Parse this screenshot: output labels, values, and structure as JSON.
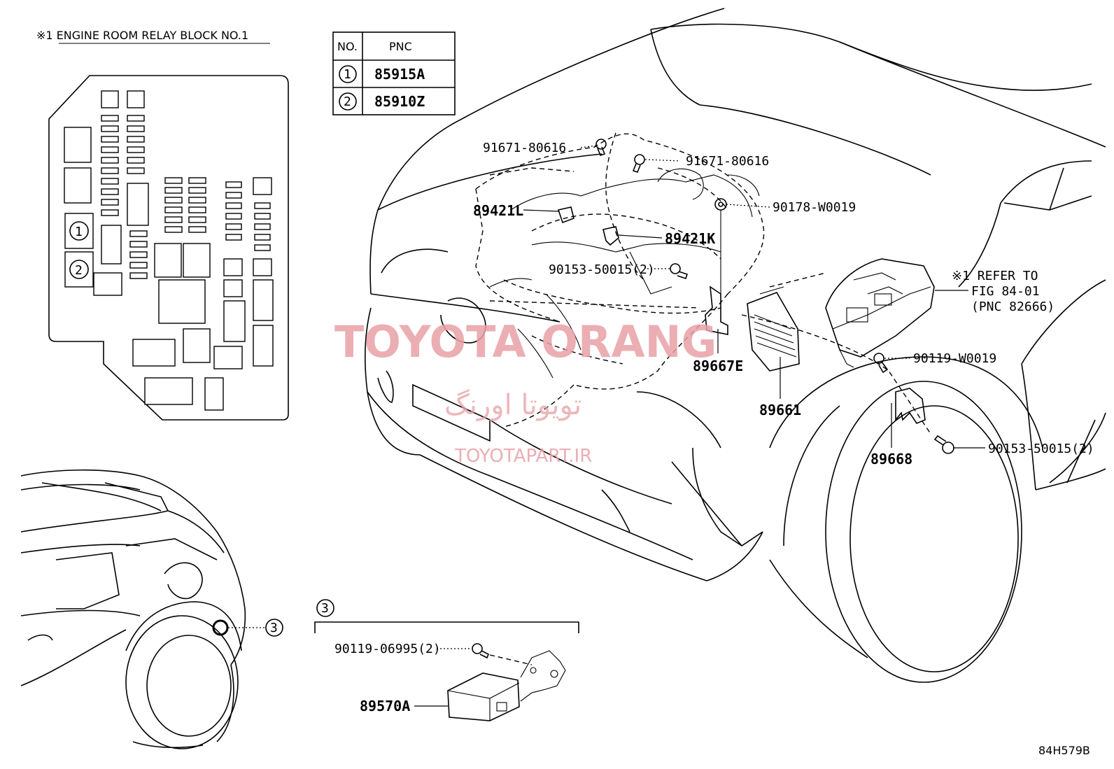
{
  "relay_block": {
    "title": "※1 ENGINE ROOM RELAY BLOCK NO.1",
    "marker_1": "1",
    "marker_2": "2"
  },
  "pnc_table": {
    "headers": [
      "NO.",
      "PNC"
    ],
    "rows": [
      {
        "no": "1",
        "pnc": "85915A"
      },
      {
        "no": "2",
        "pnc": "85910Z"
      }
    ]
  },
  "callouts": {
    "bolt_91671_a": "91671-80616",
    "bolt_91671_b": "91671-80616",
    "sensor_89421L": "89421L",
    "nut_90178": "90178-W0019",
    "sensor_89421K": "89421K",
    "bolt_90153_a": "90153-50015(2)",
    "refer_line1": "※1 REFER TO",
    "refer_line2": "FIG 84-01",
    "refer_line3": "(PNC 82666)",
    "bolt_90119_w": "90119-W0019",
    "bracket_89667E": "89667E",
    "ecu_89661": "89661",
    "bolt_90153_b": "90153-50015(2)",
    "bracket_89668": "89668"
  },
  "detail_3": {
    "marker": "3",
    "ref_marker": "3",
    "bolt": "90119-06995(2)",
    "module": "89570A"
  },
  "watermark": {
    "main": "TOYOTA ORANG",
    "persian": "تویوتا اورنگ",
    "site": "TOYOTAPART.IR"
  },
  "figure_code": "84H579B"
}
